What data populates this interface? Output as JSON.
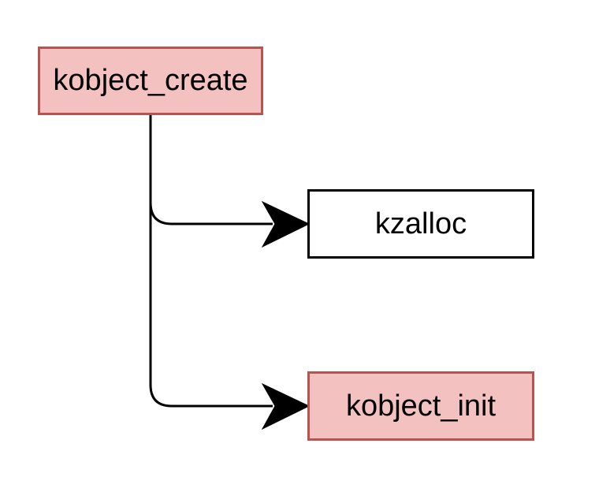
{
  "diagram": {
    "nodes": {
      "root": {
        "label": "kobject_create",
        "fill": "#f4c1c1",
        "stroke": "#b85450"
      },
      "kzalloc": {
        "label": "kzalloc",
        "fill": "#ffffff",
        "stroke": "#000000"
      },
      "init": {
        "label": "kobject_init",
        "fill": "#f4c1c1",
        "stroke": "#b85450"
      }
    },
    "edges": [
      {
        "from": "kobject_create",
        "to": "kzalloc"
      },
      {
        "from": "kobject_create",
        "to": "kobject_init"
      }
    ]
  }
}
